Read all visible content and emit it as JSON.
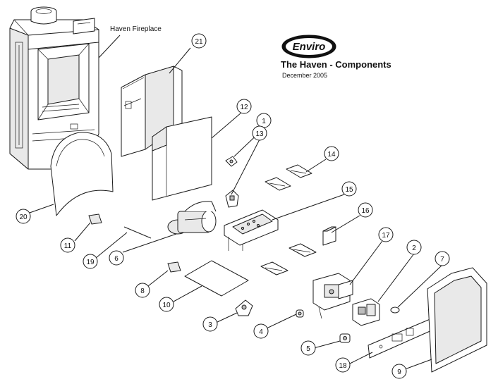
{
  "header": {
    "brand": "Enviro",
    "title": "The Haven - Components",
    "date": "December 2005"
  },
  "labels": {
    "fireplace": "Haven Fireplace"
  },
  "callouts": [
    "1",
    "2",
    "3",
    "4",
    "5",
    "6",
    "7",
    "8",
    "9",
    "10",
    "11",
    "12",
    "13",
    "14",
    "15",
    "16",
    "17",
    "18",
    "19",
    "20",
    "21"
  ]
}
